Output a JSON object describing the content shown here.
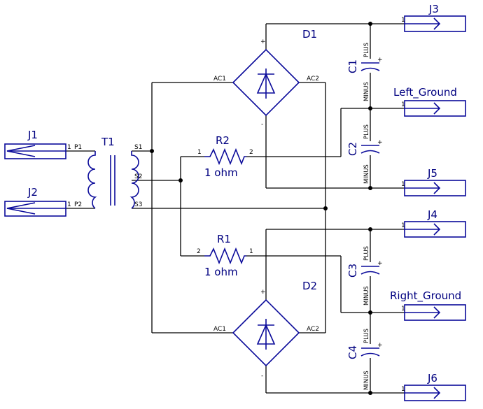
{
  "connectors": {
    "J1": {
      "name": "J1",
      "pin": "1"
    },
    "J2": {
      "name": "J2",
      "pin": "1"
    },
    "J3": {
      "name": "J3",
      "pin": "1"
    },
    "J4": {
      "name": "J4",
      "pin": "1"
    },
    "J5": {
      "name": "J5",
      "pin": "1"
    },
    "J6": {
      "name": "J6",
      "pin": "1"
    },
    "left_ground": {
      "name": "Left_Ground",
      "pin": "1"
    },
    "right_ground": {
      "name": "Right_Ground",
      "pin": "1"
    }
  },
  "transformer": {
    "name": "T1",
    "primary_pins": [
      "P1",
      "P2"
    ],
    "secondary_pins": [
      "S1",
      "S2",
      "S3"
    ]
  },
  "resistors": {
    "R1": {
      "name": "R1",
      "value": "1 ohm",
      "pin_a": "2",
      "pin_b": "1"
    },
    "R2": {
      "name": "R2",
      "value": "1 ohm",
      "pin_a": "1",
      "pin_b": "2"
    }
  },
  "bridges": {
    "D1": {
      "name": "D1",
      "ac1": "AC1",
      "ac2": "AC2",
      "plus": "+",
      "minus": "-"
    },
    "D2": {
      "name": "D2",
      "ac1": "AC1",
      "ac2": "AC2",
      "plus": "+",
      "minus": "-"
    }
  },
  "capacitors": {
    "C1": {
      "name": "C1"
    },
    "C2": {
      "name": "C2"
    },
    "C3": {
      "name": "C3"
    },
    "C4": {
      "name": "C4"
    },
    "plus_label": "PLUS",
    "minus_label": "MINUS",
    "polarity": "+"
  }
}
